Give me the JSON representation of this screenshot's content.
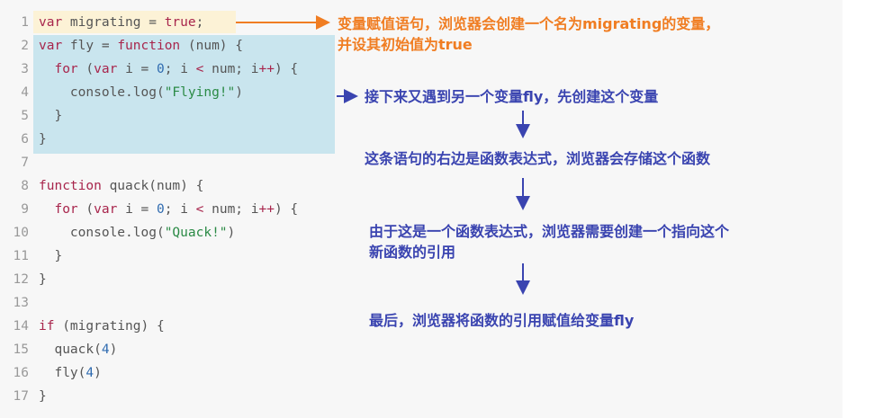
{
  "code_lines": [
    {
      "n": "1",
      "tokens": [
        {
          "c": "kw",
          "t": "var"
        },
        {
          "c": "plain",
          "t": " migrating = "
        },
        {
          "c": "kw",
          "t": "true"
        },
        {
          "c": "plain",
          "t": ";"
        }
      ]
    },
    {
      "n": "2",
      "tokens": [
        {
          "c": "kw",
          "t": "var"
        },
        {
          "c": "plain",
          "t": " fly = "
        },
        {
          "c": "kw",
          "t": "function"
        },
        {
          "c": "plain",
          "t": " (num) {"
        }
      ]
    },
    {
      "n": "3",
      "tokens": [
        {
          "c": "plain",
          "t": "  "
        },
        {
          "c": "kw",
          "t": "for"
        },
        {
          "c": "plain",
          "t": " ("
        },
        {
          "c": "kw",
          "t": "var"
        },
        {
          "c": "plain",
          "t": " i = "
        },
        {
          "c": "num",
          "t": "0"
        },
        {
          "c": "plain",
          "t": "; i "
        },
        {
          "c": "op",
          "t": "<"
        },
        {
          "c": "plain",
          "t": " num; i"
        },
        {
          "c": "op",
          "t": "++"
        },
        {
          "c": "plain",
          "t": ") {"
        }
      ]
    },
    {
      "n": "4",
      "tokens": [
        {
          "c": "plain",
          "t": "    console.log("
        },
        {
          "c": "str",
          "t": "\"Flying!\""
        },
        {
          "c": "plain",
          "t": ")"
        }
      ]
    },
    {
      "n": "5",
      "tokens": [
        {
          "c": "plain",
          "t": "  }"
        }
      ]
    },
    {
      "n": "6",
      "tokens": [
        {
          "c": "plain",
          "t": "}"
        }
      ]
    },
    {
      "n": "7",
      "tokens": []
    },
    {
      "n": "8",
      "tokens": [
        {
          "c": "kw",
          "t": "function"
        },
        {
          "c": "plain",
          "t": " quack(num) {"
        }
      ]
    },
    {
      "n": "9",
      "tokens": [
        {
          "c": "plain",
          "t": "  "
        },
        {
          "c": "kw",
          "t": "for"
        },
        {
          "c": "plain",
          "t": " ("
        },
        {
          "c": "kw",
          "t": "var"
        },
        {
          "c": "plain",
          "t": " i = "
        },
        {
          "c": "num",
          "t": "0"
        },
        {
          "c": "plain",
          "t": "; i "
        },
        {
          "c": "op",
          "t": "<"
        },
        {
          "c": "plain",
          "t": " num; i"
        },
        {
          "c": "op",
          "t": "++"
        },
        {
          "c": "plain",
          "t": ") {"
        }
      ]
    },
    {
      "n": "10",
      "tokens": [
        {
          "c": "plain",
          "t": "    console.log("
        },
        {
          "c": "str",
          "t": "\"Quack!\""
        },
        {
          "c": "plain",
          "t": ")"
        }
      ]
    },
    {
      "n": "11",
      "tokens": [
        {
          "c": "plain",
          "t": "  }"
        }
      ]
    },
    {
      "n": "12",
      "tokens": [
        {
          "c": "plain",
          "t": "}"
        }
      ]
    },
    {
      "n": "13",
      "tokens": []
    },
    {
      "n": "14",
      "tokens": [
        {
          "c": "kw",
          "t": "if"
        },
        {
          "c": "plain",
          "t": " (migrating) {"
        }
      ]
    },
    {
      "n": "15",
      "tokens": [
        {
          "c": "plain",
          "t": "  quack("
        },
        {
          "c": "num",
          "t": "4"
        },
        {
          "c": "plain",
          "t": ")"
        }
      ]
    },
    {
      "n": "16",
      "tokens": [
        {
          "c": "plain",
          "t": "  fly("
        },
        {
          "c": "num",
          "t": "4"
        },
        {
          "c": "plain",
          "t": ")"
        }
      ]
    },
    {
      "n": "17",
      "tokens": [
        {
          "c": "plain",
          "t": "}"
        }
      ]
    }
  ],
  "annotations": {
    "step1_line1": "变量赋值语句，浏览器会创建一个名为migrating的变量，",
    "step1_line2": "并设其初始值为true",
    "step2": "接下来又遇到另一个变量fly，先创建这个变量",
    "step3": "这条语句的右边是函数表达式，浏览器会存储这个函数",
    "step4_line1": "由于这是一个函数表达式，浏览器需要创建一个指向这个",
    "step4_line2": "新函数的引用",
    "step5": "最后，浏览器将函数的引用赋值给变量fly"
  },
  "colors": {
    "orange": "#f07d22",
    "blue": "#3a44b0",
    "highlight_yellow": "#fcf2d6",
    "highlight_blue": "#c9e5ee"
  }
}
